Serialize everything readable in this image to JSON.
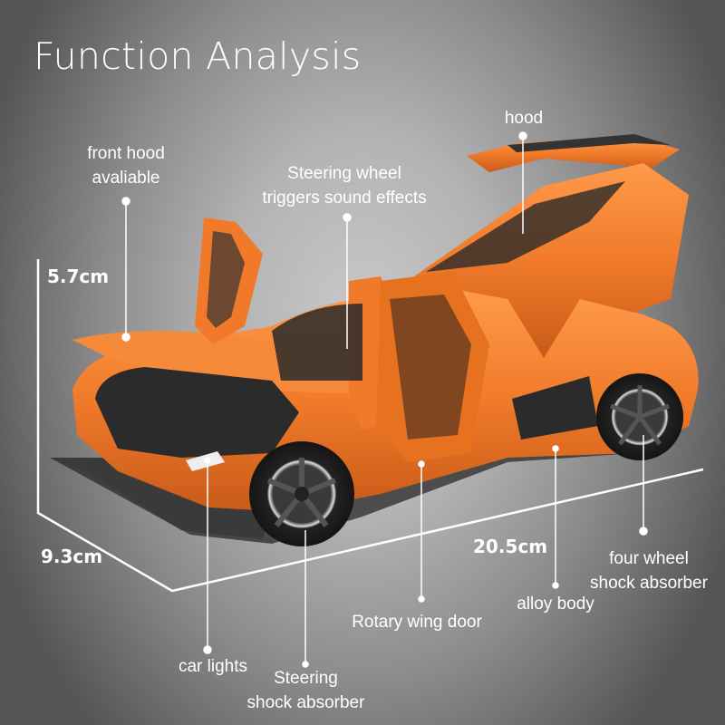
{
  "title": "Function Analysis",
  "dimensions": {
    "height": "5.7cm",
    "width": "9.3cm",
    "length": "20.5cm"
  },
  "callouts": [
    {
      "id": "front-hood",
      "lines": [
        "front hood",
        "avaliable"
      ]
    },
    {
      "id": "steering-wheel",
      "lines": [
        "Steering wheel",
        "triggers sound effects"
      ]
    },
    {
      "id": "hood",
      "lines": [
        "hood"
      ]
    },
    {
      "id": "car-lights",
      "lines": [
        "car lights"
      ]
    },
    {
      "id": "steering-shock",
      "lines": [
        "Steering",
        "shock absorber"
      ]
    },
    {
      "id": "rotary-door",
      "lines": [
        "Rotary wing door"
      ]
    },
    {
      "id": "alloy-body",
      "lines": [
        "alloy body"
      ]
    },
    {
      "id": "four-wheel",
      "lines": [
        "four wheel",
        "shock absorber"
      ]
    }
  ],
  "colors": {
    "car_body": "#f07a2a",
    "text": "#ffffff",
    "carbon": "#2b2b2b"
  }
}
